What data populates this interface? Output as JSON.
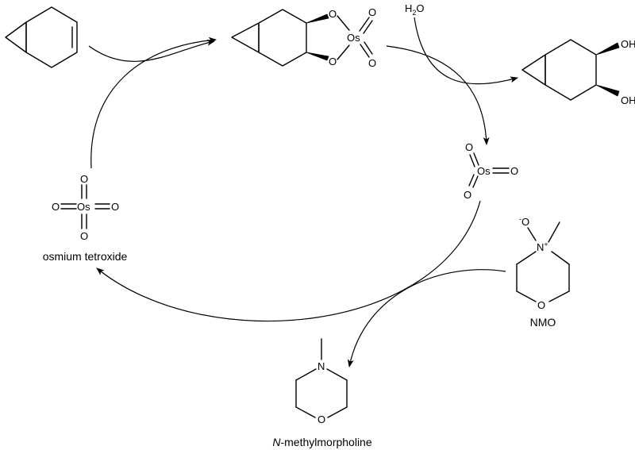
{
  "labels": {
    "osmium_tetroxide": "osmium tetroxide",
    "nmo": "NMO",
    "n_methyl_prefix": "N",
    "n_methyl_rest": "-methylmorpholine"
  },
  "atoms": {
    "O": "O",
    "Os": "Os",
    "N": "N",
    "H": "H",
    "OH": "OH",
    "two": "2",
    "plus": "+",
    "minus": "-"
  }
}
